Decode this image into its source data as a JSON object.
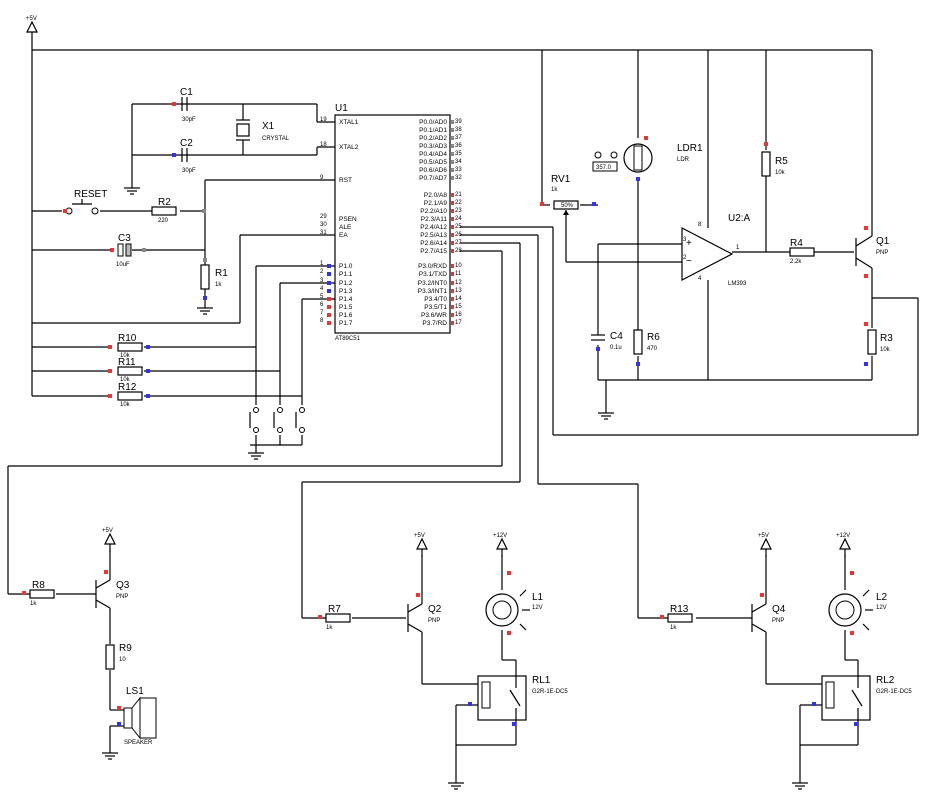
{
  "supplies": {
    "vcc5": "+5V",
    "vcc12": "+12V"
  },
  "mcu": {
    "ref": "U1",
    "part": "AT89C51",
    "left_pins": [
      {
        "num": "19",
        "name": "XTAL1"
      },
      {
        "num": "18",
        "name": "XTAL2"
      },
      {
        "num": "9",
        "name": "RST"
      },
      {
        "num": "29",
        "name": "PSEN"
      },
      {
        "num": "30",
        "name": "ALE"
      },
      {
        "num": "31",
        "name": "EA"
      },
      {
        "num": "1",
        "name": "P1.0"
      },
      {
        "num": "2",
        "name": "P1.1"
      },
      {
        "num": "3",
        "name": "P1.2"
      },
      {
        "num": "4",
        "name": "P1.3"
      },
      {
        "num": "5",
        "name": "P1.4"
      },
      {
        "num": "6",
        "name": "P1.5"
      },
      {
        "num": "7",
        "name": "P1.6"
      },
      {
        "num": "8",
        "name": "P1.7"
      }
    ],
    "right_pins": [
      {
        "num": "39",
        "name": "P0.0/AD0"
      },
      {
        "num": "38",
        "name": "P0.1/AD1"
      },
      {
        "num": "37",
        "name": "P0.2/AD2"
      },
      {
        "num": "36",
        "name": "P0.3/AD3"
      },
      {
        "num": "35",
        "name": "P0.4/AD4"
      },
      {
        "num": "34",
        "name": "P0.5/AD5"
      },
      {
        "num": "33",
        "name": "P0.6/AD6"
      },
      {
        "num": "32",
        "name": "P0.7/AD7"
      },
      {
        "num": "21",
        "name": "P2.0/A8"
      },
      {
        "num": "22",
        "name": "P2.1/A9"
      },
      {
        "num": "23",
        "name": "P2.2/A10"
      },
      {
        "num": "24",
        "name": "P2.3/A11"
      },
      {
        "num": "25",
        "name": "P2.4/A12"
      },
      {
        "num": "26",
        "name": "P2.5/A13"
      },
      {
        "num": "27",
        "name": "P2.6/A14"
      },
      {
        "num": "28",
        "name": "P2.7/A15"
      },
      {
        "num": "10",
        "name": "P3.0/RXD"
      },
      {
        "num": "11",
        "name": "P3.1/TXD"
      },
      {
        "num": "12",
        "name": "P3.2/INT0"
      },
      {
        "num": "13",
        "name": "P3.3/INT1"
      },
      {
        "num": "14",
        "name": "P3.4/T0"
      },
      {
        "num": "15",
        "name": "P3.5/T1"
      },
      {
        "num": "16",
        "name": "P3.6/WR"
      },
      {
        "num": "17",
        "name": "P3.7/RD"
      }
    ]
  },
  "crystal": {
    "ref": "X1",
    "value": "CRYSTAL"
  },
  "c1": {
    "ref": "C1",
    "value": "30pF"
  },
  "c2": {
    "ref": "C2",
    "value": "30pF"
  },
  "c3": {
    "ref": "C3",
    "value": "10uF"
  },
  "c4": {
    "ref": "C4",
    "value": "0.1u"
  },
  "reset": {
    "ref": "RESET"
  },
  "r1": {
    "ref": "R1",
    "value": "1k"
  },
  "r2": {
    "ref": "R2",
    "value": "220"
  },
  "r3": {
    "ref": "R3",
    "value": "10k"
  },
  "r4": {
    "ref": "R4",
    "value": "2.2k"
  },
  "r5": {
    "ref": "R5",
    "value": "10k"
  },
  "r6": {
    "ref": "R6",
    "value": "470"
  },
  "r7": {
    "ref": "R7",
    "value": "1k"
  },
  "r8": {
    "ref": "R8",
    "value": "1k"
  },
  "r9": {
    "ref": "R9",
    "value": "10"
  },
  "r10": {
    "ref": "R10",
    "value": "10k"
  },
  "r11": {
    "ref": "R11",
    "value": "10k"
  },
  "r12": {
    "ref": "R12",
    "value": "10k"
  },
  "r13": {
    "ref": "R13",
    "value": "1k"
  },
  "rv1": {
    "ref": "RV1",
    "value": "1k",
    "pct": "50%"
  },
  "ldr": {
    "ref": "LDR1",
    "value": "LDR",
    "meter": "357.0"
  },
  "opamp": {
    "ref": "U2:A",
    "part": "LM393",
    "pin_in_plus": "3",
    "pin_in_minus": "2",
    "pin_out": "1",
    "pin_v": "8",
    "pin_g": "4"
  },
  "q1": {
    "ref": "Q1",
    "type": "PNP"
  },
  "q2": {
    "ref": "Q2",
    "type": "PNP"
  },
  "q3": {
    "ref": "Q3",
    "type": "PNP"
  },
  "q4": {
    "ref": "Q4",
    "type": "PNP"
  },
  "ls1": {
    "ref": "LS1",
    "value": "SPEAKER"
  },
  "l1": {
    "ref": "L1",
    "value": "12V"
  },
  "l2": {
    "ref": "L2",
    "value": "12V"
  },
  "rl1": {
    "ref": "RL1",
    "value": "G2R-1E-DC5"
  },
  "rl2": {
    "ref": "RL2",
    "value": "G2R-1E-DC5"
  }
}
